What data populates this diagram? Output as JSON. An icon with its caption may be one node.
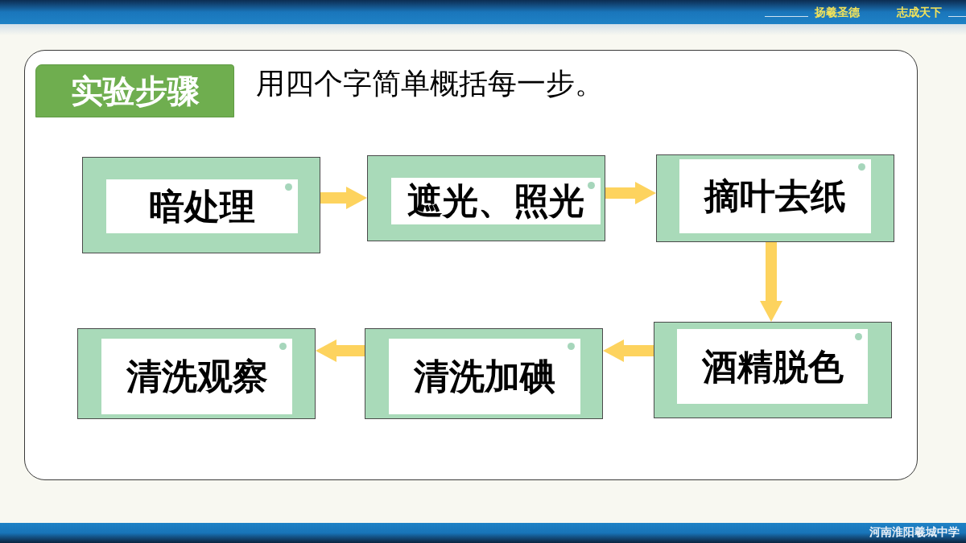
{
  "diagram": {
    "nodes": [
      {
        "text": [
          "实验步骤"
        ]
      },
      {
        "text": [
          "暗处理"
        ]
      },
      {
        "text": [
          "遮光、照光"
        ]
      },
      {
        "text": [
          "摘叶去纸"
        ]
      },
      {
        "text": [
          "酒精脱色"
        ]
      },
      {
        "text": [
          "清洗加碘"
        ]
      },
      {
        "text": [
          "清洗观察"
        ]
      }
    ],
    "edges": [
      {
        "from": 1,
        "to": 2,
        "arrow": "to"
      },
      {
        "from": 2,
        "to": 3,
        "arrow": "to"
      },
      {
        "from": 3,
        "to": 4,
        "arrow": "to"
      },
      {
        "from": 4,
        "to": 5,
        "arrow": "to"
      },
      {
        "from": 5,
        "to": 6,
        "arrow": "to"
      }
    ],
    "labels": [
      "扬羲圣德",
      "志成天下",
      "用四个字简单概括每一步。",
      "河南淮阳羲城中学"
    ]
  }
}
